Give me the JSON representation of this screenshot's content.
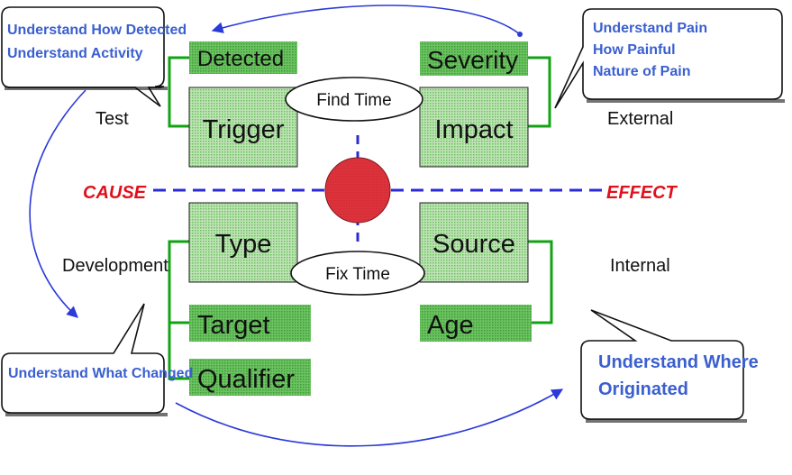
{
  "boxes": {
    "detected": "Detected",
    "severity": "Severity",
    "trigger": "Trigger",
    "impact": "Impact",
    "type": "Type",
    "source": "Source",
    "target": "Target",
    "age": "Age",
    "qualifier": "Qualifier"
  },
  "ovals": {
    "find_time": "Find Time",
    "fix_time": "Fix Time"
  },
  "axis": {
    "cause": "CAUSE",
    "effect": "EFFECT"
  },
  "quadrants": {
    "test": "Test",
    "external": "External",
    "development": "Development",
    "internal": "Internal"
  },
  "callouts": {
    "top_left": [
      "Understand How Detected",
      "Understand  Activity"
    ],
    "top_right": [
      "Understand Pain",
      "How Painful",
      "Nature of Pain"
    ],
    "bottom_left": [
      "Understand What Changed"
    ],
    "bottom_right": [
      "Understand Where",
      "Originated"
    ]
  },
  "colors": {
    "box_fill": "#5cb85c",
    "box_light": "#9ccf95",
    "bracket": "#12a312",
    "axis": "#2b2bd6",
    "center_circle": "#e01a2c",
    "callout_text": "#3a5fcf",
    "arrow": "#2b3ad8",
    "axis_label": "#e0101c"
  }
}
